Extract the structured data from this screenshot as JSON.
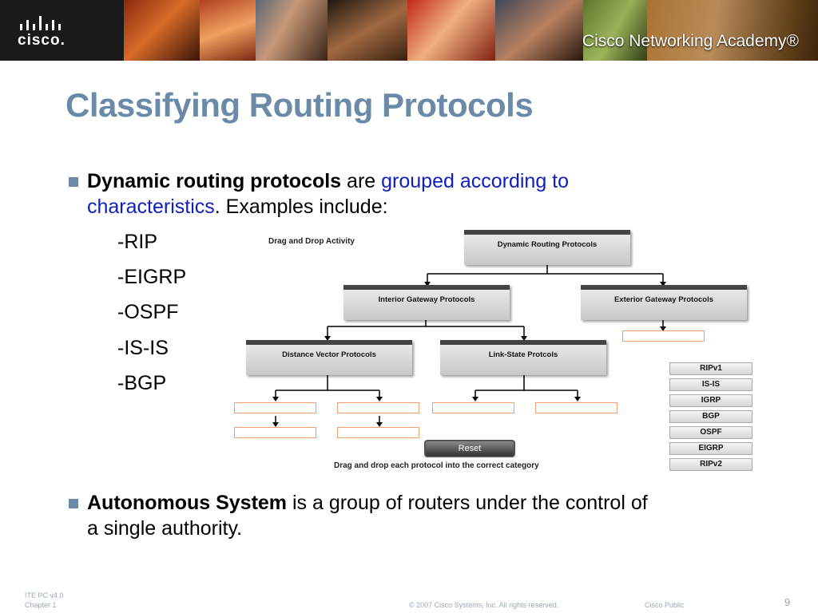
{
  "header": {
    "logo": "cisco.",
    "academy": "Cisco Networking Academy®"
  },
  "slide": {
    "title": "Classifying Routing Protocols",
    "bullet1": {
      "bold": "Dynamic routing protocols",
      "plain1": " are ",
      "blue1": "grouped according to",
      "blue2": "characteristics",
      "plain2": ".  Examples include:"
    },
    "examples": [
      "-RIP",
      "-EIGRP",
      "-OSPF",
      "-IS-IS",
      "-BGP"
    ],
    "bullet2": {
      "bold": "Autonomous System",
      "plain1": " is a group of routers under the control of",
      "plain2": "a single authority."
    }
  },
  "activity": {
    "title": "Drag and Drop Activity",
    "root": "Dynamic Routing Protocols",
    "interior": "Interior Gateway Protocols",
    "exterior": "Exterior Gateway Protocols",
    "distance_vector": "Distance Vector Protocols",
    "link_state": "Link-State Protcols",
    "protocols": [
      "RIPv1",
      "IS-IS",
      "IGRP",
      "BGP",
      "OSPF",
      "EIGRP",
      "RIPv2"
    ],
    "reset_label": "Reset",
    "instruction": "Drag and drop each protocol into the correct category"
  },
  "footer": {
    "course": "ITE PC v4.0",
    "chapter": "Chapter 1",
    "copyright": "© 2007 Cisco Systems, Inc. All rights reserved.",
    "classification": "Cisco Public",
    "page": "9"
  },
  "colors": {
    "title": "#6a8aa8",
    "link_blue": "#1020c0",
    "slot_border": "#f0a070"
  }
}
